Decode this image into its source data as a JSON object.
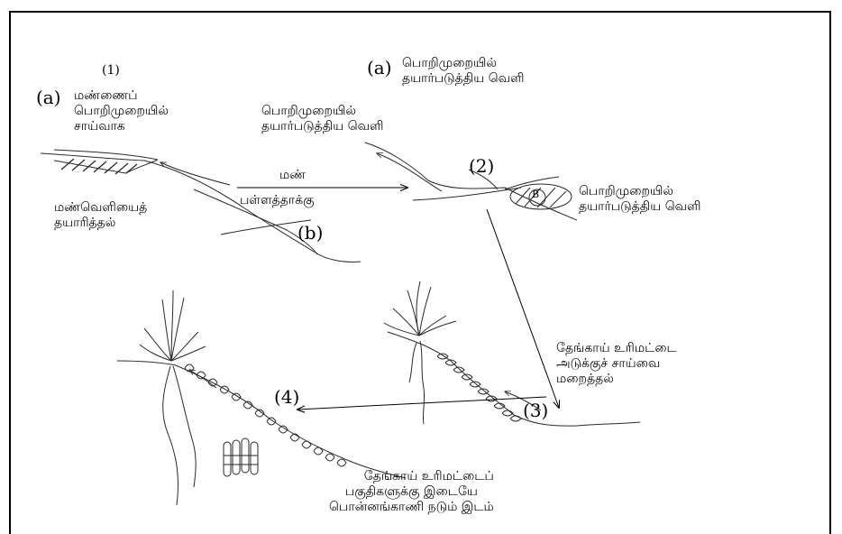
{
  "labels": {
    "step1_number": "(1)",
    "step1_a_marker": "(a)",
    "step1_text": [
      "மண்ணைப்",
      "பொறிமுறையில்",
      "சாய்வாக"
    ],
    "soil_space_text": [
      "மண்வெளியைத்",
      "தயாரித்தல்"
    ],
    "soil_arrow_text": [
      "மண்",
      "பள்ளத்தாக்கு"
    ],
    "step1_b_marker": "(b)",
    "top_a_marker": "(a)",
    "top_a_text": [
      "பொறிமுறையில்",
      "தயார்படுத்திய  வெளி"
    ],
    "mid_text": [
      "பொறிமுறையில்",
      "தயார்படுத்திய  வெளி"
    ],
    "step2_number": "(2)",
    "b_circle": "B",
    "right_text": [
      "பொறிமுறையில்",
      "தயார்படுத்திய  வெளி"
    ],
    "step3_text": [
      "தேங்காய்  உரிமட்டை",
      "அடுக்குச்  சாய்வை",
      "மறைத்தல்"
    ],
    "step3_number": "(3)",
    "step4_number": "(4)",
    "bottom_text": [
      "தேங்காய்  உரிமட்டைப்",
      "பகுதிகளுக்கு  இடையே",
      "பொன்னங்காணி  நடும்  இடம்"
    ]
  },
  "colors": {
    "ink": "#000000",
    "sketch": "#2a2a2a",
    "frame": "#000000"
  }
}
